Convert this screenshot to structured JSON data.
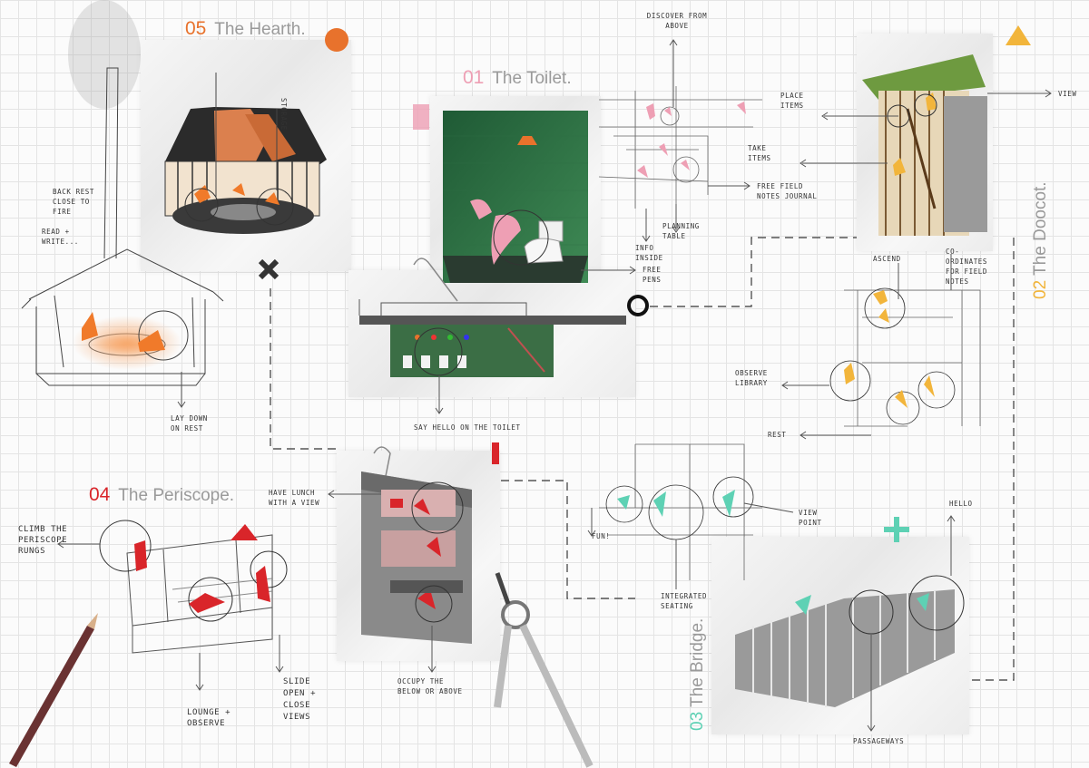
{
  "colors": {
    "hearth": "#e8722c",
    "toilet": "#ee9fb4",
    "doocot": "#f2b53b",
    "periscope": "#d9252a",
    "bridge": "#5ed1b4",
    "ink": "#333333"
  },
  "sections": {
    "hearth": {
      "number": "05",
      "name": "The Hearth."
    },
    "toilet": {
      "number": "01",
      "name": "The Toilet."
    },
    "doocot": {
      "number": "02",
      "name": "The Doocot."
    },
    "periscope": {
      "number": "04",
      "name": "The Periscope."
    },
    "bridge": {
      "number": "03",
      "name": "The Bridge."
    }
  },
  "annotations": {
    "storage": "Storage",
    "back_rest": "Back rest close to fire",
    "read_write": "Read + write...",
    "lay_down": "Lay down on rest",
    "discover": "Discover from above",
    "place_items": "Place items",
    "view": "View",
    "take_items": "Take items",
    "field_notes": "Free field notes journal",
    "planning_table": "Planning table",
    "info_inside": "Info inside",
    "free_pens": "Free pens",
    "say_hello": "Say hello on the toilet",
    "ascend": "Ascend",
    "coordinates": "Co-ordinates for field notes",
    "observe_library": "Observe library",
    "rest": "Rest",
    "have_lunch": "Have lunch with a view",
    "climb": "Climb the periscope rungs",
    "lounge": "Lounge + observe",
    "slide_open": "Slide open + close views",
    "occupy": "Occupy the below or above",
    "fun": "Fun!",
    "view_point": "View point",
    "integrated_seating": "Integrated seating",
    "hello": "Hello",
    "passageways": "Passageways"
  }
}
